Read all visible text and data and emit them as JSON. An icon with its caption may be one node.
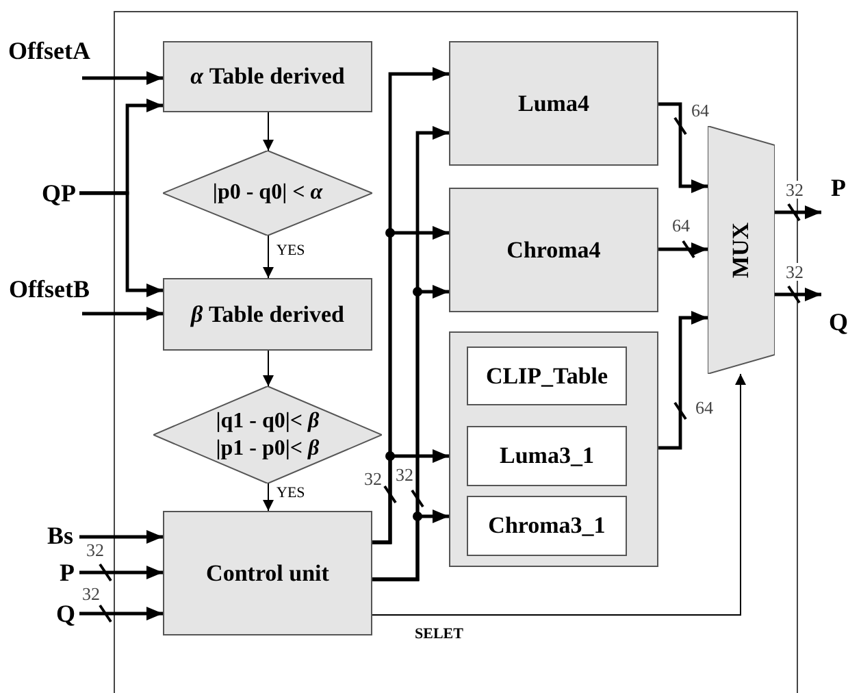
{
  "diagram": {
    "nodes": [
      {
        "text": [
          "OffsetA"
        ]
      },
      {
        "text": [
          "QP"
        ]
      },
      {
        "text": [
          "OffsetB"
        ]
      },
      {
        "text": [
          "*α* Table derived"
        ]
      },
      {
        "text": [
          "|p0 - q0| < *α*"
        ]
      },
      {
        "text": [
          "*β* Table derived"
        ]
      },
      {
        "text": [
          "|q1 - q0|< *β*",
          "|p1 - p0|< *β*"
        ]
      },
      {
        "text": [
          "Control unit"
        ]
      },
      {
        "text": [
          "Bs"
        ]
      },
      {
        "text": [
          "P"
        ]
      },
      {
        "text": [
          "Q"
        ]
      },
      {
        "text": [
          "Luma4"
        ]
      },
      {
        "text": [
          "Chroma4"
        ]
      },
      {
        "text": [],
        "shape": "box"
      },
      {
        "text": [
          "CLIP_Table"
        ],
        "in": 13
      },
      {
        "text": [
          "Luma3_1"
        ],
        "in": 13
      },
      {
        "text": [
          "Chroma3_1"
        ],
        "in": 13
      },
      {
        "text": [
          "MUX"
        ]
      },
      {
        "text": [
          "P"
        ]
      },
      {
        "text": [
          "Q"
        ]
      }
    ],
    "edges": [
      {
        "from": 0,
        "to": 3,
        "arrow": "to"
      },
      {
        "from": 1,
        "to": 3,
        "arrow": "to"
      },
      {
        "from": 1,
        "to": 5,
        "arrow": "to"
      },
      {
        "from": 2,
        "to": 5,
        "arrow": "to"
      },
      {
        "from": 3,
        "to": 4,
        "arrow": "to"
      },
      {
        "from": 4,
        "to": 5,
        "arrow": "to",
        "label": "YES"
      },
      {
        "from": 5,
        "to": 6,
        "arrow": "to"
      },
      {
        "from": 6,
        "to": 7,
        "arrow": "to",
        "label": "YES"
      },
      {
        "from": 8,
        "to": 7,
        "arrow": "to"
      },
      {
        "from": 9,
        "to": 7,
        "arrow": "to"
      },
      {
        "from": 10,
        "to": 7,
        "arrow": "to"
      },
      {
        "from": 7,
        "to": 11,
        "arrow": "to"
      },
      {
        "from": 7,
        "to": 12,
        "arrow": "to"
      },
      {
        "from": 7,
        "to": 13,
        "arrow": "to"
      },
      {
        "from": 7,
        "to": 11,
        "arrow": "to"
      },
      {
        "from": 7,
        "to": 12,
        "arrow": "to"
      },
      {
        "from": 7,
        "to": 13,
        "arrow": "to"
      },
      {
        "from": 11,
        "to": 17,
        "arrow": "to"
      },
      {
        "from": 12,
        "to": 17,
        "arrow": "to"
      },
      {
        "from": 13,
        "to": 17,
        "arrow": "to"
      },
      {
        "from": 17,
        "to": 18,
        "arrow": "to"
      },
      {
        "from": 17,
        "to": 19,
        "arrow": "to"
      },
      {
        "from": 7,
        "to": 17,
        "arrow": "to",
        "label": "SELET"
      }
    ],
    "labels": [
      "64",
      "32",
      "64",
      "32",
      "64",
      "32",
      "32",
      "32",
      "32"
    ]
  }
}
